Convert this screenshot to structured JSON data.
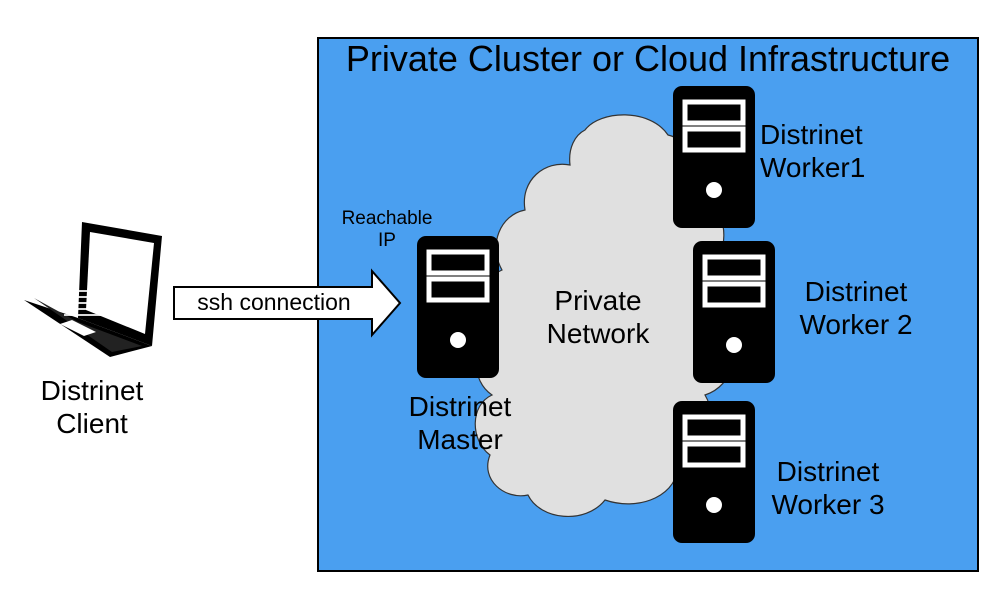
{
  "infrastructure": {
    "title": "Private Cluster or Cloud Infrastructure",
    "fill_color": "#4a9ff0",
    "border_color": "#000000"
  },
  "network": {
    "line1": "Private",
    "line2": "Network",
    "cloud_color": "#e0e0e0",
    "icon": "cloud-icon"
  },
  "client": {
    "line1": "Distrinet",
    "line2": "Client",
    "icon": "laptop-icon"
  },
  "connection": {
    "label": "ssh connection",
    "icon": "arrow-icon"
  },
  "master": {
    "line1": "Distrinet",
    "line2": "Master",
    "reach_line1": "Reachable",
    "reach_line2": "IP",
    "icon": "server-icon"
  },
  "workers": [
    {
      "line1": "Distrinet",
      "line2": "Worker1",
      "icon": "server-icon"
    },
    {
      "line1": "Distrinet",
      "line2": "Worker 2",
      "icon": "server-icon"
    },
    {
      "line1": "Distrinet",
      "line2": "Worker 3",
      "icon": "server-icon"
    }
  ]
}
